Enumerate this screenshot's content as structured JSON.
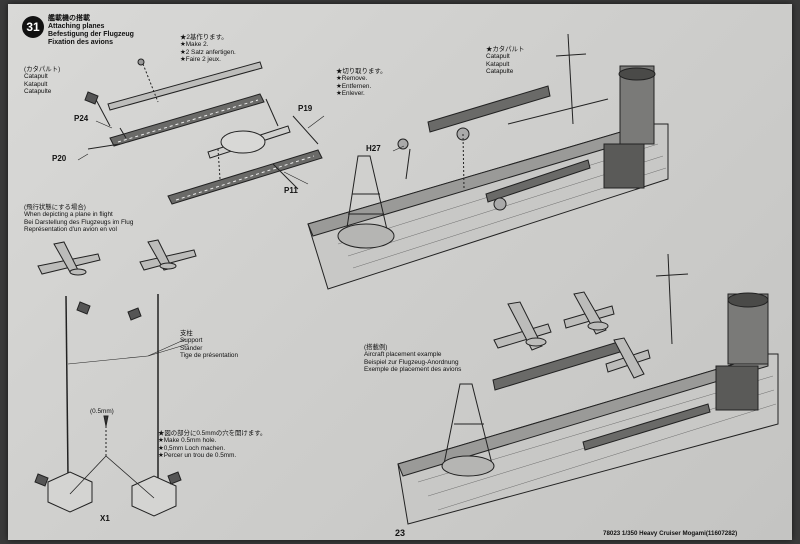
{
  "step": {
    "number": "31",
    "title_ja": "艦載機の搭載",
    "title_en": "Attaching planes",
    "title_de": "Befestigung der Flugzeug",
    "title_fr": "Fixation des avions"
  },
  "catapult_left": {
    "ja": "(カタパルト)",
    "en": "Catapult",
    "de": "Katapult",
    "fr": "Catapulte"
  },
  "make2_note": {
    "ja": "★2基作ります。",
    "en": "★Make 2.",
    "de": "★2 Satz anfertigen.",
    "fr": "★Faire 2 jeux."
  },
  "remove_note": {
    "ja": "★切り取ります。",
    "en": "★Remove.",
    "de": "★Entfernen.",
    "fr": "★Enlever."
  },
  "catapult_right": {
    "ja": "★カタパルト",
    "en": "Catapult",
    "de": "Katapult",
    "fr": "Catapulte"
  },
  "in_flight": {
    "ja": "(飛行状態にする場合)",
    "en": "When depicting a plane in flight",
    "de": "Bei Darstellung des Flugzeugs im Flug",
    "fr": "Représentation d'un avion en vol"
  },
  "support": {
    "ja": "支柱",
    "en": "Support",
    "de": "Ständer",
    "fr": "Tige de présentation"
  },
  "hole_note": {
    "ja": "★図の部分に0.5mmの穴を開けます。",
    "en": "★Make 0.5mm hole.",
    "de": "★0,5mm Loch machen.",
    "fr": "★Percer un trou de 0.5mm."
  },
  "hole_size": "(0.5mm)",
  "placement": {
    "ja": "(搭載例)",
    "en": "Aircraft placement example",
    "de": "Beispiel zur Flugzeug-Anordnung",
    "fr": "Exemple de placement des avions"
  },
  "part_labels": {
    "p24": "P24",
    "p20": "P20",
    "p19": "P19",
    "p11": "P11",
    "h27": "H27",
    "x1": "X1"
  },
  "page_number": "23",
  "footer": "78023 1/350 Heavy Cruiser Mogami(11607282)"
}
